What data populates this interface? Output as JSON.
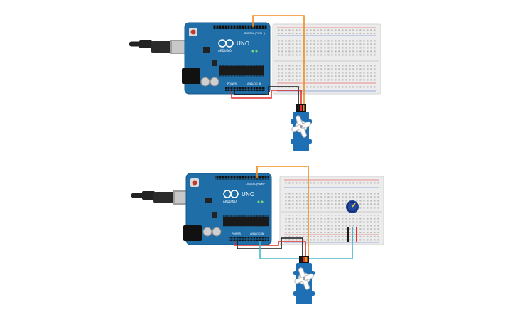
{
  "circuits": [
    {
      "board": {
        "brand": "ARDUINO",
        "model": "UNO",
        "digital_label": "DIGITAL (PWM~)",
        "power_label": "POWER",
        "analog_label": "ANALOG IN"
      }
    },
    {
      "board": {
        "brand": "ARDUINO",
        "model": "UNO",
        "digital_label": "DIGITAL (PWM~)",
        "power_label": "POWER",
        "analog_label": "ANALOG IN"
      }
    }
  ],
  "colors": {
    "board": "#1f6ea8",
    "board_dark": "#175a8c",
    "breadboard": "#ececec",
    "signal_wire": "#f28c1e",
    "ground_wire": "#1a1a1a",
    "power_wire": "#e0312e",
    "pot_wire": "#49b6c9",
    "servo": "#1f6fb5"
  },
  "icons": [
    "usb-cable-icon",
    "arduino-logo-icon",
    "servo-motor-icon",
    "potentiometer-icon"
  ]
}
